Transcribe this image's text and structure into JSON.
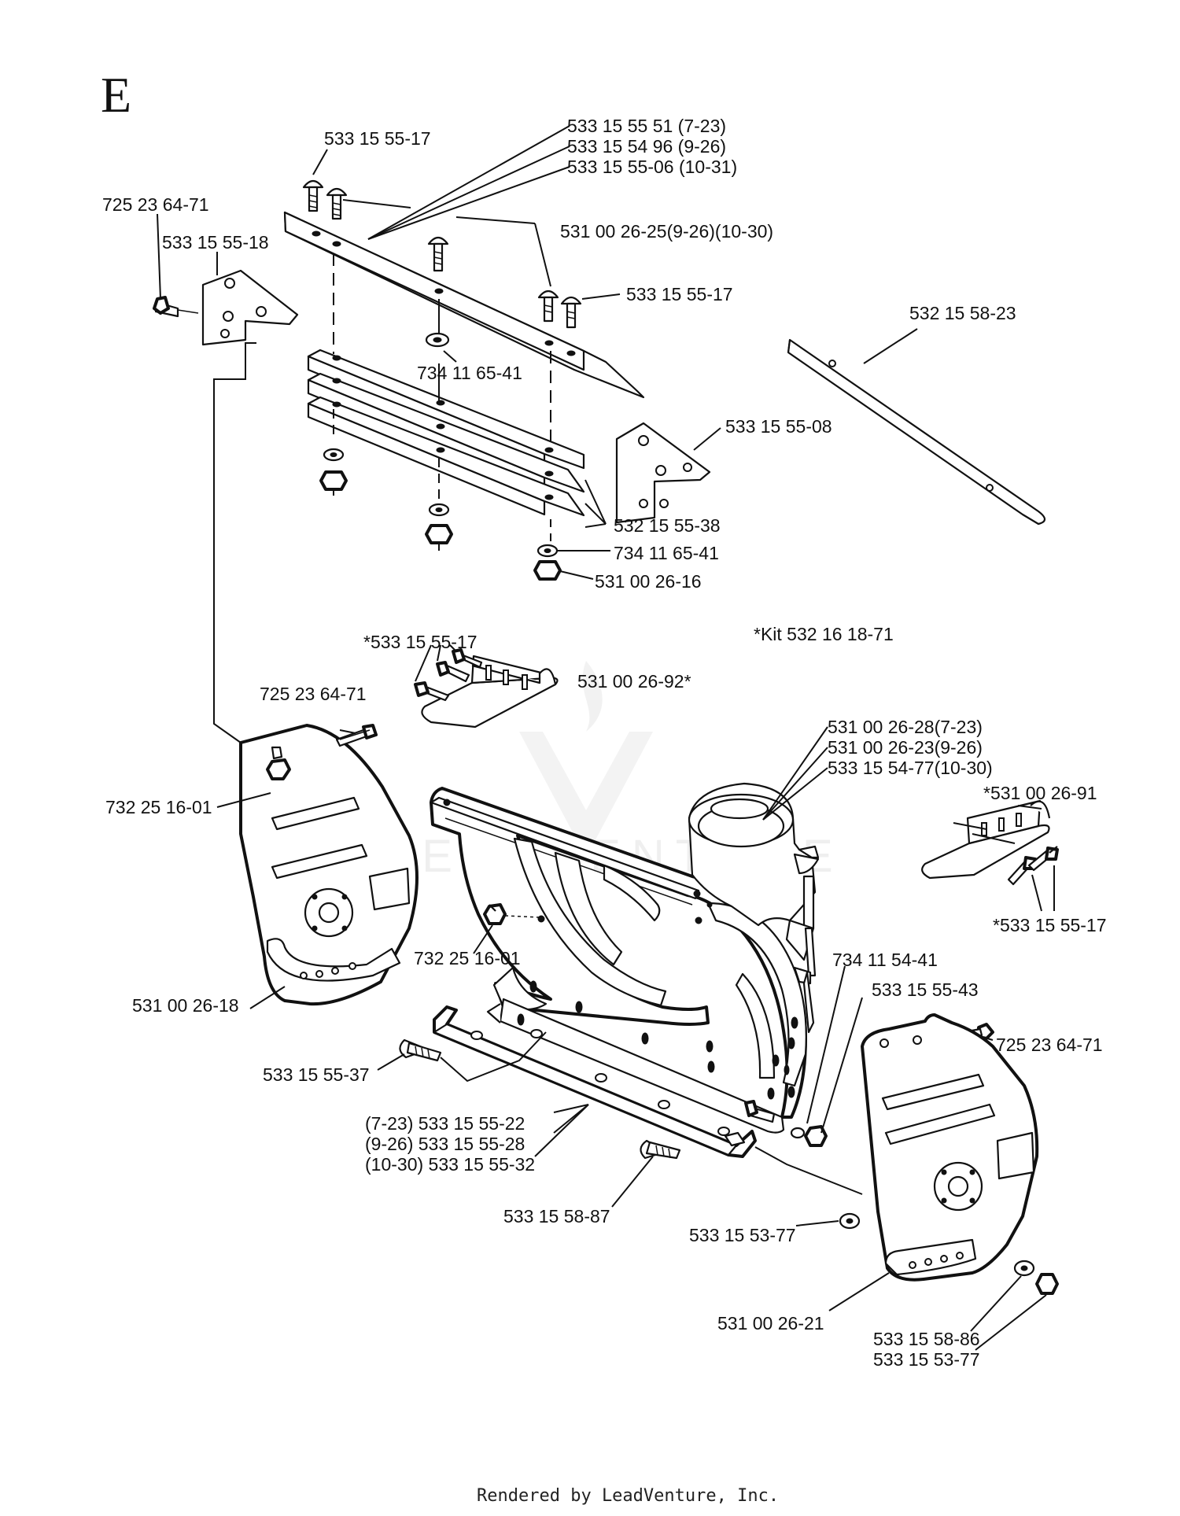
{
  "section_letter": "E",
  "footer": "Rendered by LeadVenture, Inc.",
  "watermark": "LEADVENTURE",
  "labels": {
    "l01": "533 15 55 51 (7-23)",
    "l02": "533 15 54 96 (9-26)",
    "l03": "533 15 55-06 (10-31)",
    "l04": "533 15 55-17",
    "l05": "725 23 64-71",
    "l06": "533 15 55-18",
    "l07": "531 00 26-25(9-26)(10-30)",
    "l08": "533 15 55-17",
    "l09": "532 15 58-23",
    "l10": "734 11 65-41",
    "l11": "533 15 55-08",
    "l12": "532 15 55-38",
    "l13": "734 11 65-41",
    "l14": "531 00 26-16",
    "l15": "*Kit  532 16 18-71",
    "l16": "*533 15 55-17",
    "l17": "531 00 26-92*",
    "l18": "725 23 64-71",
    "l19": "531 00 26-28(7-23)",
    "l20": "531 00 26-23(9-26)",
    "l21": "533 15 54-77(10-30)",
    "l22": "732 25 16-01",
    "l23": "*531 00 26-91",
    "l24": "*533 15 55-17",
    "l25": "732 25 16-01",
    "l26": "734 11 54-41",
    "l27": "531 00 26-18",
    "l28": "533 15 55-43",
    "l29": "725 23 64-71",
    "l30": "533 15 55-37",
    "l31": "(7-23) 533 15 55-22",
    "l32": "(9-26) 533 15 55-28",
    "l33": "(10-30) 533 15 55-32",
    "l34": "533 15 58-87",
    "l35": "533 15 53-77",
    "l36": "531 00 26-21",
    "l37": "533 15 58-86",
    "l38": "533 15 53-77"
  }
}
